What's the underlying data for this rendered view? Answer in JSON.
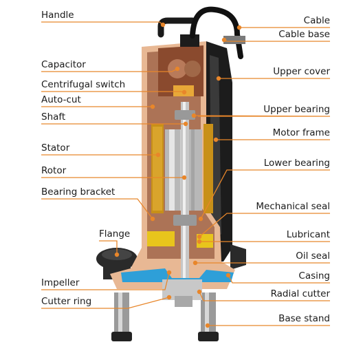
{
  "colors": {
    "leader": "#e8862a",
    "dot": "#e8862a",
    "casing": "#e8b894",
    "body_dark": "#1c1c1c",
    "blue": "#2e9fd8"
  },
  "labels_left": [
    {
      "key": "handle",
      "text": "Handle"
    },
    {
      "key": "capacitor",
      "text": "Capacitor"
    },
    {
      "key": "centrifugal_switch",
      "text": "Centrifugal switch"
    },
    {
      "key": "auto_cut",
      "text": "Auto-cut"
    },
    {
      "key": "shaft",
      "text": "Shaft"
    },
    {
      "key": "stator",
      "text": "Stator"
    },
    {
      "key": "rotor",
      "text": "Rotor"
    },
    {
      "key": "bearing_bracket",
      "text": "Bearing bracket"
    },
    {
      "key": "flange",
      "text": "Flange"
    },
    {
      "key": "impeller",
      "text": "Impeller"
    },
    {
      "key": "cutter_ring",
      "text": "Cutter ring"
    }
  ],
  "labels_right": [
    {
      "key": "cable",
      "text": "Cable"
    },
    {
      "key": "cable_base",
      "text": "Cable base"
    },
    {
      "key": "upper_cover",
      "text": "Upper cover"
    },
    {
      "key": "upper_bearing",
      "text": "Upper bearing"
    },
    {
      "key": "motor_frame",
      "text": "Motor frame"
    },
    {
      "key": "lower_bearing",
      "text": "Lower bearing"
    },
    {
      "key": "mechanical_seal",
      "text": "Mechanical seal"
    },
    {
      "key": "lubricant",
      "text": "Lubricant"
    },
    {
      "key": "oil_seal",
      "text": "Oil seal"
    },
    {
      "key": "casing",
      "text": "Casing"
    },
    {
      "key": "radial_cutter",
      "text": "Radial cutter"
    },
    {
      "key": "base_stand",
      "text": "Base stand"
    }
  ]
}
